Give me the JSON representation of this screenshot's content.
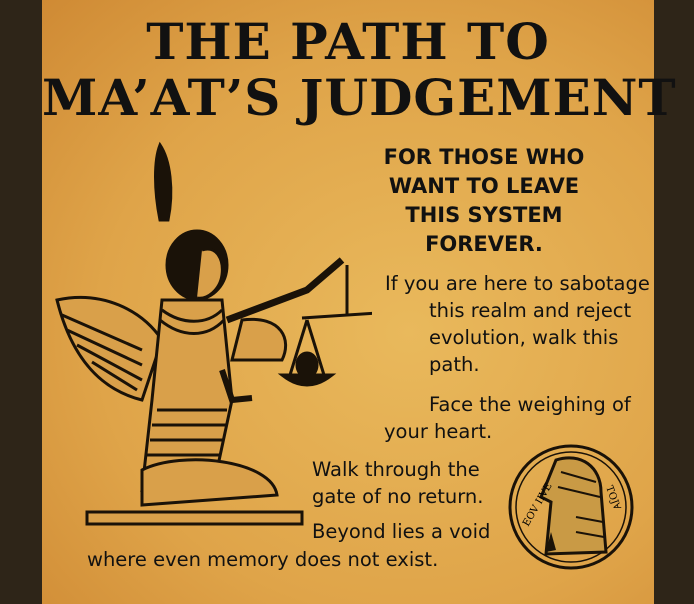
{
  "title": {
    "line1": "THE PATH TO",
    "line2": "MA’AT’S JUDGEMENT"
  },
  "subtitle": [
    "FOR THOSE WHO",
    "WANT TO LEAVE",
    "THIS SYSTEM",
    "FOREVER."
  ],
  "paragraphs": {
    "p1": [
      "If you are here to sabotage",
      "this realm and reject",
      "evolution, walk this",
      "path."
    ],
    "p2": [
      "Face the weighing of",
      "your heart."
    ],
    "p3": [
      "Walk through the",
      "gate of no return."
    ],
    "p4": [
      "Beyond lies a void",
      "where even memory does not exist."
    ]
  },
  "coin": {
    "text_left": "EOV IIVE",
    "text_right": "TOJ∀"
  },
  "colors": {
    "background": "#dfa449",
    "ink": "#111111"
  }
}
